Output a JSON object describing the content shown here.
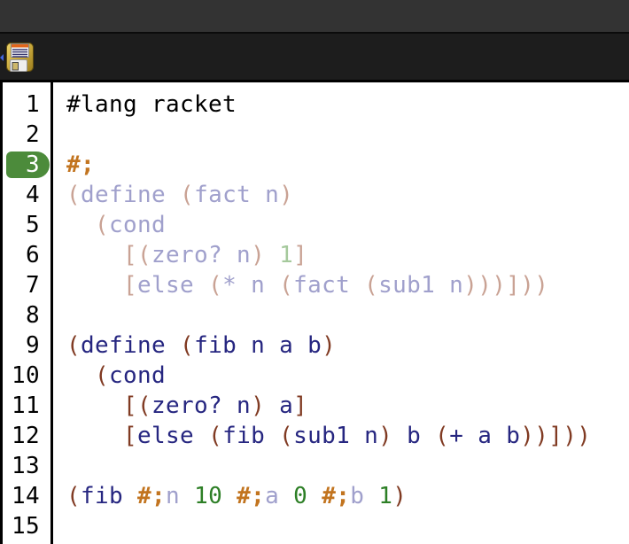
{
  "window": {
    "icons": {
      "save": "floppy-disk-save-icon",
      "collapse": "left-arrow-icon"
    }
  },
  "editor": {
    "language_line": "#lang racket",
    "highlighted_line": 3,
    "colors": {
      "plain": "#000000",
      "paren": "#803a22",
      "symbol": "#262680",
      "constant": "#2d7f26",
      "comment": "#c2741f",
      "faded_paren": "#c9a294",
      "faded_symbol": "#a0a0cc",
      "faded_constant": "#a5c99c",
      "line_badge": "#4c8b3b",
      "badge_text": "#ffffff"
    },
    "lines": [
      {
        "n": 1,
        "segments": [
          {
            "t": "#lang racket",
            "c": "plain"
          }
        ]
      },
      {
        "n": 2,
        "segments": []
      },
      {
        "n": 3,
        "segments": [
          {
            "t": "#;",
            "c": "comment",
            "b": true
          }
        ]
      },
      {
        "n": 4,
        "segments": [
          {
            "t": "(",
            "c": "faded_paren"
          },
          {
            "t": "define ",
            "c": "faded_symbol"
          },
          {
            "t": "(",
            "c": "faded_paren"
          },
          {
            "t": "fact n",
            "c": "faded_symbol"
          },
          {
            "t": ")",
            "c": "faded_paren"
          }
        ]
      },
      {
        "n": 5,
        "segments": [
          {
            "t": "  ",
            "c": "plain"
          },
          {
            "t": "(",
            "c": "faded_paren"
          },
          {
            "t": "cond",
            "c": "faded_symbol"
          }
        ]
      },
      {
        "n": 6,
        "segments": [
          {
            "t": "    ",
            "c": "plain"
          },
          {
            "t": "[(",
            "c": "faded_paren"
          },
          {
            "t": "zero? n",
            "c": "faded_symbol"
          },
          {
            "t": ") ",
            "c": "faded_paren"
          },
          {
            "t": "1",
            "c": "faded_constant"
          },
          {
            "t": "]",
            "c": "faded_paren"
          }
        ]
      },
      {
        "n": 7,
        "segments": [
          {
            "t": "    ",
            "c": "plain"
          },
          {
            "t": "[",
            "c": "faded_paren"
          },
          {
            "t": "else ",
            "c": "faded_symbol"
          },
          {
            "t": "(",
            "c": "faded_paren"
          },
          {
            "t": "* n ",
            "c": "faded_symbol"
          },
          {
            "t": "(",
            "c": "faded_paren"
          },
          {
            "t": "fact ",
            "c": "faded_symbol"
          },
          {
            "t": "(",
            "c": "faded_paren"
          },
          {
            "t": "sub1 n",
            "c": "faded_symbol"
          },
          {
            "t": ")))]))",
            "c": "faded_paren"
          }
        ]
      },
      {
        "n": 8,
        "segments": []
      },
      {
        "n": 9,
        "segments": [
          {
            "t": "(",
            "c": "paren"
          },
          {
            "t": "define ",
            "c": "symbol"
          },
          {
            "t": "(",
            "c": "paren"
          },
          {
            "t": "fib n a b",
            "c": "symbol"
          },
          {
            "t": ")",
            "c": "paren"
          }
        ]
      },
      {
        "n": 10,
        "segments": [
          {
            "t": "  ",
            "c": "plain"
          },
          {
            "t": "(",
            "c": "paren"
          },
          {
            "t": "cond",
            "c": "symbol"
          }
        ]
      },
      {
        "n": 11,
        "segments": [
          {
            "t": "    ",
            "c": "plain"
          },
          {
            "t": "[(",
            "c": "paren"
          },
          {
            "t": "zero? n",
            "c": "symbol"
          },
          {
            "t": ") ",
            "c": "paren"
          },
          {
            "t": "a",
            "c": "symbol"
          },
          {
            "t": "]",
            "c": "paren"
          }
        ]
      },
      {
        "n": 12,
        "segments": [
          {
            "t": "    ",
            "c": "plain"
          },
          {
            "t": "[",
            "c": "paren"
          },
          {
            "t": "else ",
            "c": "symbol"
          },
          {
            "t": "(",
            "c": "paren"
          },
          {
            "t": "fib ",
            "c": "symbol"
          },
          {
            "t": "(",
            "c": "paren"
          },
          {
            "t": "sub1 n",
            "c": "symbol"
          },
          {
            "t": ") ",
            "c": "paren"
          },
          {
            "t": "b ",
            "c": "symbol"
          },
          {
            "t": "(",
            "c": "paren"
          },
          {
            "t": "+ a b",
            "c": "symbol"
          },
          {
            "t": "))]))",
            "c": "paren"
          }
        ]
      },
      {
        "n": 13,
        "segments": []
      },
      {
        "n": 14,
        "segments": [
          {
            "t": "(",
            "c": "paren"
          },
          {
            "t": "fib ",
            "c": "symbol"
          },
          {
            "t": "#;",
            "c": "comment",
            "b": true
          },
          {
            "t": "n",
            "c": "faded_symbol"
          },
          {
            "t": " ",
            "c": "plain"
          },
          {
            "t": "10",
            "c": "constant"
          },
          {
            "t": " ",
            "c": "plain"
          },
          {
            "t": "#;",
            "c": "comment",
            "b": true
          },
          {
            "t": "a",
            "c": "faded_symbol"
          },
          {
            "t": " ",
            "c": "plain"
          },
          {
            "t": "0",
            "c": "constant"
          },
          {
            "t": " ",
            "c": "plain"
          },
          {
            "t": "#;",
            "c": "comment",
            "b": true
          },
          {
            "t": "b",
            "c": "faded_symbol"
          },
          {
            "t": " ",
            "c": "plain"
          },
          {
            "t": "1",
            "c": "constant"
          },
          {
            "t": ")",
            "c": "paren"
          }
        ]
      },
      {
        "n": 15,
        "segments": []
      }
    ]
  }
}
